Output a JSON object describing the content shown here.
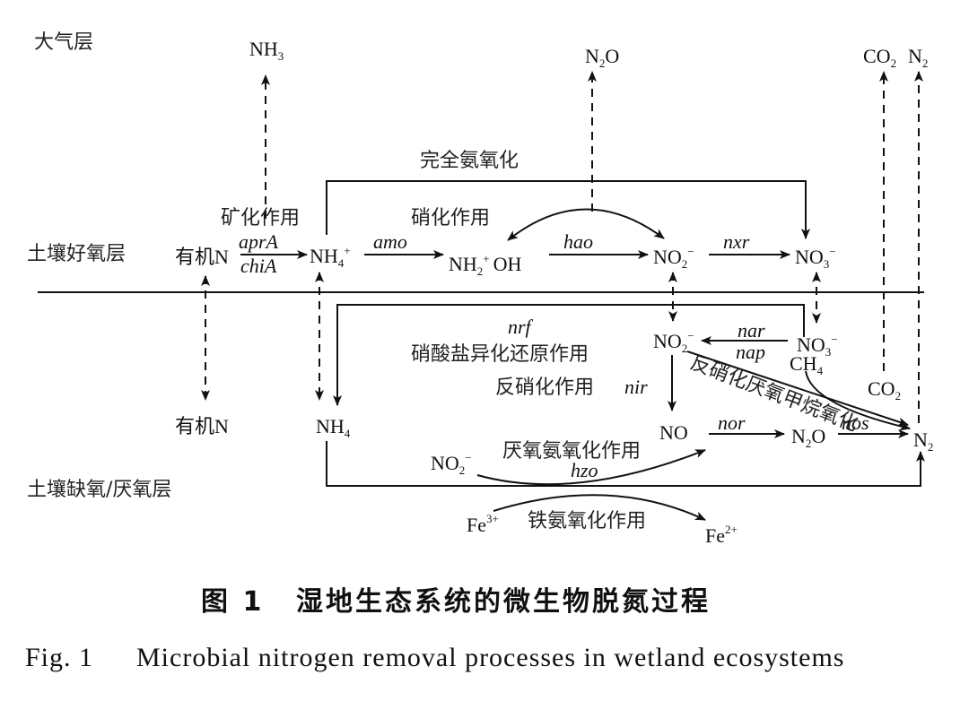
{
  "layers": {
    "atmosphere": "大气层",
    "aerobic_soil": "土壤好氧层",
    "anoxic_soil": "土壤缺氧/厌氧层"
  },
  "species": {
    "nh3": {
      "base": "NH",
      "sub": "3"
    },
    "n2o_top": {
      "base": "N",
      "sub": "2",
      "rest": "O"
    },
    "co2_top": {
      "base": "CO",
      "sub": "2"
    },
    "n2_top": {
      "base": "N",
      "sub": "2"
    },
    "organic_n_upper": "有机N",
    "nh4_upper": {
      "base": "NH",
      "sub": "4",
      "sup": "+"
    },
    "nh2oh": {
      "base": "NH",
      "sub": "2",
      "sup": "+",
      "rest": "OH"
    },
    "no2_upper": {
      "base": "NO",
      "sub": "2",
      "sup": "−"
    },
    "no3_upper": {
      "base": "NO",
      "sub": "3",
      "sup": "−"
    },
    "no2_lower": {
      "base": "NO",
      "sub": "2",
      "sup": "−"
    },
    "no3_lower": {
      "base": "NO",
      "sub": "3",
      "sup": "−"
    },
    "ch4": {
      "base": "CH",
      "sub": "4"
    },
    "co2_lower": {
      "base": "CO",
      "sub": "2"
    },
    "organic_n_lower": "有机N",
    "nh4_lower": {
      "base": "NH",
      "sub": "4"
    },
    "no": "NO",
    "n2o_lower": {
      "base": "N",
      "sub": "2",
      "rest": "O"
    },
    "n2_lower": {
      "base": "N",
      "sub": "2"
    },
    "no2_anammox": {
      "base": "NO",
      "sub": "2",
      "sup": "−"
    },
    "fe3": {
      "base": "Fe",
      "sup": "3+"
    },
    "fe2": {
      "base": "Fe",
      "sup": "2+"
    }
  },
  "processes": {
    "comammox": "完全氨氧化",
    "mineralization": "矿化作用",
    "nitrification": "硝化作用",
    "dnra": "硝酸盐异化还原作用",
    "denitrification": "反硝化作用",
    "damo": "反硝化厌氧甲烷氧化",
    "anammox": "厌氧氨氧化作用",
    "feammox": "铁氨氧化作用"
  },
  "enzymes": {
    "aprA": "aprA",
    "chiA": "chiA",
    "amo": "amo",
    "hao": "hao",
    "nxr": "nxr",
    "nrf": "nrf",
    "nar": "nar",
    "nap": "nap",
    "nir": "nir",
    "nor": "nor",
    "nos": "nos",
    "hzo": "hzo"
  },
  "caption": {
    "cn_label": "图 1",
    "cn_title": "湿地生态系统的微生物脱氮过程",
    "en_label": "Fig. 1",
    "en_title": "Microbial nitrogen removal processes in wetland ecosystems"
  }
}
